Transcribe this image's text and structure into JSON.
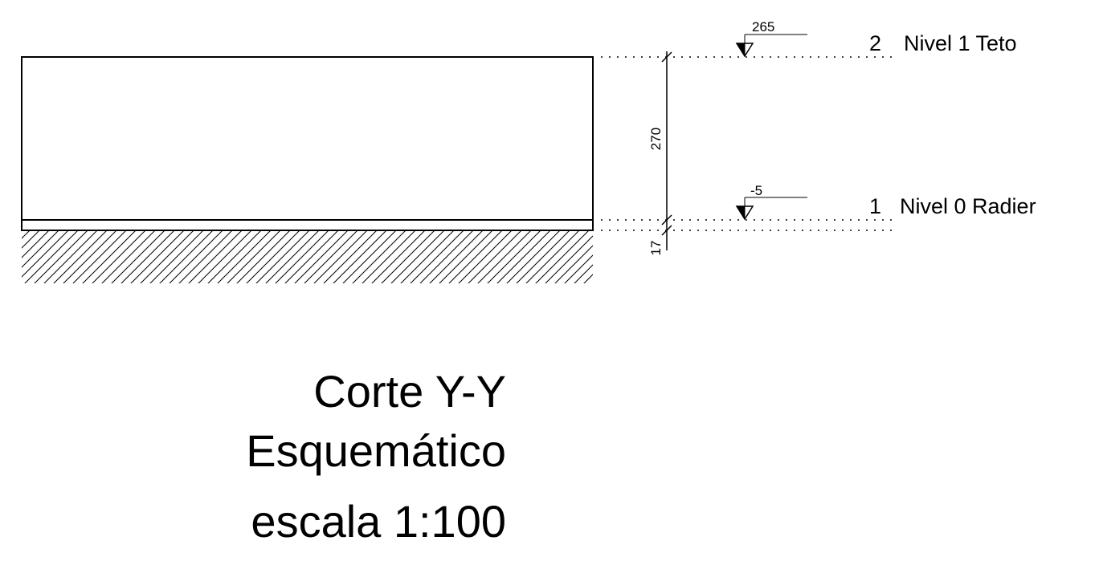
{
  "levels": [
    {
      "number": "2",
      "name": "Nivel 1 Teto",
      "elevation": "265"
    },
    {
      "number": "1",
      "name": "Nivel 0 Radier",
      "elevation": "-5"
    }
  ],
  "dimensions": {
    "wall_height": "270",
    "slab_thickness": "17"
  },
  "title": {
    "line1": "Corte Y-Y",
    "line2": "Esquemático",
    "line3": "escala 1:100"
  }
}
